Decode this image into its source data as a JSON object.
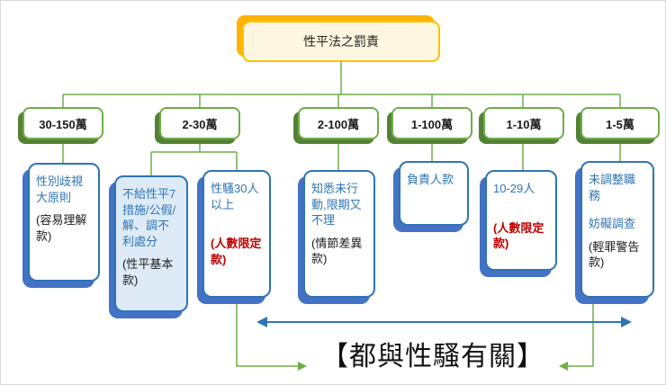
{
  "title": "性平法之罰責",
  "amounts": [
    "30-150萬",
    "2-30萬",
    "2-100萬",
    "1-100萬",
    "1-10萬",
    "1-5萬"
  ],
  "cards": {
    "c1": {
      "main": "性別歧視大原則",
      "note": "(容易理解款)"
    },
    "c2a": {
      "main": "不給性平7措施/公假/解、調不利處分",
      "note": "(性平基本款)"
    },
    "c2b": {
      "main": "性騷30人以上",
      "note": "(人數限定款)"
    },
    "c3": {
      "main": "知悉未行動,限期又不理",
      "note": "(情節差異款)"
    },
    "c4": {
      "main": "負責人款"
    },
    "c5": {
      "main": "10-29人",
      "note": "(人數限定款)"
    },
    "c6": {
      "main": "未調整職務",
      "main2": "妨礙調查",
      "note": "(輕罪警告款)"
    }
  },
  "caption": "【都與性騷有關】",
  "colors": {
    "branch_green": "#70AD47",
    "branch_green_dark": "#548235",
    "card_blue": "#2E74B5",
    "card_blue_shadow": "#4472C4",
    "card_fill_light_blue": "#DEEBF7",
    "title_gold": "#FFC000",
    "title_gold_shadow": "#FFB300",
    "note_red": "#C00000",
    "arrow_blue": "#2E74B5"
  }
}
